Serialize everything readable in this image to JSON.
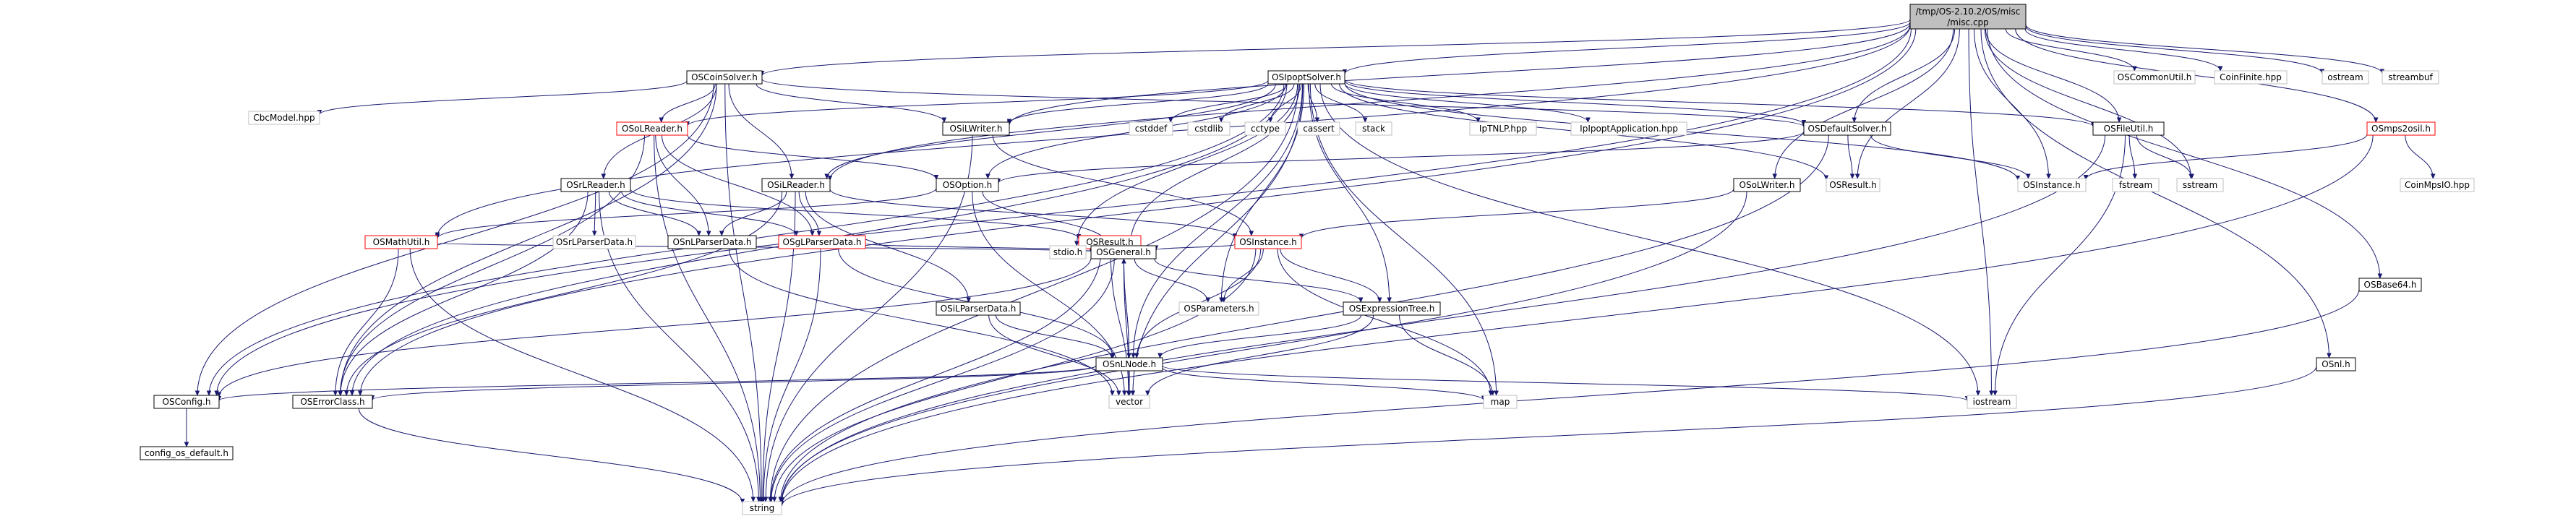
{
  "graph": {
    "root": {
      "line1": "/tmp/OS-2.10.2/OS/misc",
      "line2": "/misc.cpp"
    },
    "nodes": [
      {
        "id": "OSCoinSolver",
        "label": "OSCoinSolver.h",
        "kind": "doc"
      },
      {
        "id": "OSIpoptSolver",
        "label": "OSIpoptSolver.h",
        "kind": "doc"
      },
      {
        "id": "OSCommonUtil",
        "label": "OSCommonUtil.h",
        "kind": "ext"
      },
      {
        "id": "CoinFinite",
        "label": "CoinFinite.hpp",
        "kind": "ext"
      },
      {
        "id": "ostream",
        "label": "ostream",
        "kind": "ext"
      },
      {
        "id": "streambuf",
        "label": "streambuf",
        "kind": "ext"
      },
      {
        "id": "CbcModel",
        "label": "CbcModel.hpp",
        "kind": "ext"
      },
      {
        "id": "OSoLReader",
        "label": "OSoLReader.h",
        "kind": "red"
      },
      {
        "id": "OSiLWriter",
        "label": "OSiLWriter.h",
        "kind": "doc"
      },
      {
        "id": "cstddef",
        "label": "cstddef",
        "kind": "ext"
      },
      {
        "id": "cstdlib",
        "label": "cstdlib",
        "kind": "ext"
      },
      {
        "id": "cctype",
        "label": "cctype",
        "kind": "ext"
      },
      {
        "id": "cassert",
        "label": "cassert",
        "kind": "ext"
      },
      {
        "id": "stack",
        "label": "stack",
        "kind": "ext"
      },
      {
        "id": "IpTNLP",
        "label": "IpTNLP.hpp",
        "kind": "ext"
      },
      {
        "id": "IpIpoptApplication",
        "label": "IpIpoptApplication.hpp",
        "kind": "ext"
      },
      {
        "id": "OSDefaultSolver",
        "label": "OSDefaultSolver.h",
        "kind": "doc"
      },
      {
        "id": "OSFileUtil",
        "label": "OSFileUtil.h",
        "kind": "doc"
      },
      {
        "id": "OSmps2osil",
        "label": "OSmps2osil.h",
        "kind": "red"
      },
      {
        "id": "OSrLReader",
        "label": "OSrLReader.h",
        "kind": "doc"
      },
      {
        "id": "OSiLReader",
        "label": "OSiLReader.h",
        "kind": "doc"
      },
      {
        "id": "OSOption",
        "label": "OSOption.h",
        "kind": "doc"
      },
      {
        "id": "OSoLWriter",
        "label": "OSoLWriter.h",
        "kind": "doc"
      },
      {
        "id": "OSResultH",
        "label": "OSResult.h",
        "kind": "ext"
      },
      {
        "id": "OSInstanceH",
        "label": "OSInstance.h",
        "kind": "ext"
      },
      {
        "id": "fstream",
        "label": "fstream",
        "kind": "ext"
      },
      {
        "id": "sstream",
        "label": "sstream",
        "kind": "ext"
      },
      {
        "id": "CoinMpsIO",
        "label": "CoinMpsIO.hpp",
        "kind": "ext"
      },
      {
        "id": "OSMathUtil",
        "label": "OSMathUtil.h",
        "kind": "red"
      },
      {
        "id": "OSrLParserData",
        "label": "OSrLParserData.h",
        "kind": "ext"
      },
      {
        "id": "OSnLParserData",
        "label": "OSnLParserData.h",
        "kind": "doc"
      },
      {
        "id": "OSgLParserData",
        "label": "OSgLParserData.h",
        "kind": "red"
      },
      {
        "id": "OSResult",
        "label": "OSResult.h",
        "kind": "red"
      },
      {
        "id": "OSInstance",
        "label": "OSInstance.h",
        "kind": "red"
      },
      {
        "id": "stdio",
        "label": "stdio.h",
        "kind": "ext"
      },
      {
        "id": "OSGeneral",
        "label": "OSGeneral.h",
        "kind": "doc"
      },
      {
        "id": "OSiLParserData",
        "label": "OSiLParserData.h",
        "kind": "doc"
      },
      {
        "id": "OSParameters",
        "label": "OSParameters.h",
        "kind": "ext"
      },
      {
        "id": "OSExpressionTree",
        "label": "OSExpressionTree.h",
        "kind": "doc"
      },
      {
        "id": "OSnLNode",
        "label": "OSnLNode.h",
        "kind": "doc"
      },
      {
        "id": "OSnl",
        "label": "OSnl.h",
        "kind": "doc"
      },
      {
        "id": "OSBase64",
        "label": "OSBase64.h",
        "kind": "doc"
      },
      {
        "id": "OSConfig",
        "label": "OSConfig.h",
        "kind": "doc"
      },
      {
        "id": "OSErrorClass",
        "label": "OSErrorClass.h",
        "kind": "doc"
      },
      {
        "id": "vector",
        "label": "vector",
        "kind": "ext"
      },
      {
        "id": "map",
        "label": "map",
        "kind": "ext"
      },
      {
        "id": "iostream",
        "label": "iostream",
        "kind": "ext"
      },
      {
        "id": "config_os_default",
        "label": "config_os_default.h",
        "kind": "doc"
      },
      {
        "id": "string",
        "label": "string",
        "kind": "ext"
      }
    ],
    "edges": [
      [
        "root",
        "OSCoinSolver"
      ],
      [
        "root",
        "OSIpoptSolver"
      ],
      [
        "root",
        "OSCommonUtil"
      ],
      [
        "root",
        "CoinFinite"
      ],
      [
        "root",
        "ostream"
      ],
      [
        "root",
        "streambuf"
      ],
      [
        "root",
        "OSmps2osil"
      ],
      [
        "root",
        "OSnl"
      ],
      [
        "root",
        "OSBase64"
      ],
      [
        "root",
        "OSFileUtil"
      ],
      [
        "root",
        "OSDefaultSolver"
      ],
      [
        "root",
        "OSoLWriter"
      ],
      [
        "root",
        "OSiLWriter"
      ],
      [
        "root",
        "OSiLReader"
      ],
      [
        "root",
        "OSConfig"
      ],
      [
        "root",
        "OSErrorClass"
      ],
      [
        "root",
        "sstream"
      ],
      [
        "root",
        "iostream"
      ],
      [
        "root",
        "OSInstanceH"
      ],
      [
        "root",
        "OSResultH"
      ],
      [
        "root",
        "OSMathUtil"
      ],
      [
        "OSCoinSolver",
        "CbcModel"
      ],
      [
        "OSCoinSolver",
        "OSoLReader"
      ],
      [
        "OSCoinSolver",
        "OSiLWriter"
      ],
      [
        "OSCoinSolver",
        "OSDefaultSolver"
      ],
      [
        "OSCoinSolver",
        "OSrLReader"
      ],
      [
        "OSCoinSolver",
        "OSiLReader"
      ],
      [
        "OSCoinSolver",
        "OSConfig"
      ],
      [
        "OSCoinSolver",
        "OSErrorClass"
      ],
      [
        "OSCoinSolver",
        "string"
      ],
      [
        "OSIpoptSolver",
        "OSoLReader"
      ],
      [
        "OSIpoptSolver",
        "OSiLWriter"
      ],
      [
        "OSIpoptSolver",
        "cstddef"
      ],
      [
        "OSIpoptSolver",
        "cstdlib"
      ],
      [
        "OSIpoptSolver",
        "cctype"
      ],
      [
        "OSIpoptSolver",
        "cassert"
      ],
      [
        "OSIpoptSolver",
        "stack"
      ],
      [
        "OSIpoptSolver",
        "IpTNLP"
      ],
      [
        "OSIpoptSolver",
        "IpIpoptApplication"
      ],
      [
        "OSIpoptSolver",
        "OSDefaultSolver"
      ],
      [
        "OSIpoptSolver",
        "OSFileUtil"
      ],
      [
        "OSIpoptSolver",
        "OSiLReader"
      ],
      [
        "OSIpoptSolver",
        "OSOption"
      ],
      [
        "OSIpoptSolver",
        "OSResultH"
      ],
      [
        "OSIpoptSolver",
        "OSInstanceH"
      ],
      [
        "OSIpoptSolver",
        "OSGeneral"
      ],
      [
        "OSIpoptSolver",
        "OSParameters"
      ],
      [
        "OSIpoptSolver",
        "OSExpressionTree"
      ],
      [
        "OSIpoptSolver",
        "OSnLNode"
      ],
      [
        "OSIpoptSolver",
        "vector"
      ],
      [
        "OSIpoptSolver",
        "map"
      ],
      [
        "OSIpoptSolver",
        "iostream"
      ],
      [
        "OSIpoptSolver",
        "string"
      ],
      [
        "OSIpoptSolver",
        "OSConfig"
      ],
      [
        "OSIpoptSolver",
        "OSErrorClass"
      ],
      [
        "OSIpoptSolver",
        "stdio"
      ],
      [
        "OSoLReader",
        "OSOption"
      ],
      [
        "OSoLReader",
        "OSnLParserData"
      ],
      [
        "OSoLReader",
        "OSgLParserData"
      ],
      [
        "OSoLReader",
        "OSErrorClass"
      ],
      [
        "OSoLReader",
        "string"
      ],
      [
        "OSiLWriter",
        "OSInstance"
      ],
      [
        "OSiLWriter",
        "string"
      ],
      [
        "OSDefaultSolver",
        "OSResultH"
      ],
      [
        "OSDefaultSolver",
        "OSInstanceH"
      ],
      [
        "OSDefaultSolver",
        "OSOption"
      ],
      [
        "OSDefaultSolver",
        "string"
      ],
      [
        "OSFileUtil",
        "fstream"
      ],
      [
        "OSFileUtil",
        "sstream"
      ],
      [
        "OSFileUtil",
        "iostream"
      ],
      [
        "OSFileUtil",
        "string"
      ],
      [
        "OSmps2osil",
        "OSInstanceH"
      ],
      [
        "OSmps2osil",
        "CoinMpsIO"
      ],
      [
        "OSmps2osil",
        "string"
      ],
      [
        "OSrLReader",
        "OSrLParserData"
      ],
      [
        "OSrLReader",
        "OSnLParserData"
      ],
      [
        "OSrLReader",
        "OSgLParserData"
      ],
      [
        "OSrLReader",
        "OSResult"
      ],
      [
        "OSrLReader",
        "OSErrorClass"
      ],
      [
        "OSrLReader",
        "string"
      ],
      [
        "OSiLReader",
        "OSiLParserData"
      ],
      [
        "OSiLReader",
        "OSnLParserData"
      ],
      [
        "OSiLReader",
        "OSgLParserData"
      ],
      [
        "OSiLReader",
        "OSInstance"
      ],
      [
        "OSiLReader",
        "OSErrorClass"
      ],
      [
        "OSiLReader",
        "string"
      ],
      [
        "OSOption",
        "OSGeneral"
      ],
      [
        "OSOption",
        "vector"
      ],
      [
        "OSOption",
        "OSMathUtil"
      ],
      [
        "OSoLWriter",
        "OSInstance"
      ],
      [
        "OSoLWriter",
        "string"
      ],
      [
        "OSMathUtil",
        "OSGeneral"
      ],
      [
        "OSMathUtil",
        "OSErrorClass"
      ],
      [
        "OSMathUtil",
        "string"
      ],
      [
        "OSnLParserData",
        "vector"
      ],
      [
        "OSgLParserData",
        "OSGeneral"
      ],
      [
        "OSgLParserData",
        "OSnLNode"
      ],
      [
        "OSgLParserData",
        "string"
      ],
      [
        "OSResult",
        "OSGeneral"
      ],
      [
        "OSResult",
        "vector"
      ],
      [
        "OSResult",
        "string"
      ],
      [
        "OSInstance",
        "OSGeneral"
      ],
      [
        "OSInstance",
        "OSParameters"
      ],
      [
        "OSInstance",
        "OSExpressionTree"
      ],
      [
        "OSInstance",
        "OSnLNode"
      ],
      [
        "OSInstance",
        "map"
      ],
      [
        "OSInstance",
        "string"
      ],
      [
        "OSGeneral",
        "OSConfig"
      ],
      [
        "OSGeneral",
        "OSParameters"
      ],
      [
        "OSGeneral",
        "OSExpressionTree"
      ],
      [
        "OSGeneral",
        "vector"
      ],
      [
        "OSGeneral",
        "string"
      ],
      [
        "OSGeneral",
        "OSnLNode"
      ],
      [
        "OSiLParserData",
        "OSnLNode"
      ],
      [
        "OSiLParserData",
        "vector"
      ],
      [
        "OSExpressionTree",
        "OSnLNode"
      ],
      [
        "OSExpressionTree",
        "vector"
      ],
      [
        "OSExpressionTree",
        "map"
      ],
      [
        "OSnLNode",
        "OSConfig"
      ],
      [
        "OSnLNode",
        "OSErrorClass"
      ],
      [
        "OSnLNode",
        "OSGeneral"
      ],
      [
        "OSnLNode",
        "vector"
      ],
      [
        "OSnLNode",
        "map"
      ],
      [
        "OSnLNode",
        "iostream"
      ],
      [
        "OSnl",
        "string"
      ],
      [
        "OSBase64",
        "string"
      ],
      [
        "OSConfig",
        "config_os_default"
      ],
      [
        "OSErrorClass",
        "string"
      ]
    ]
  }
}
